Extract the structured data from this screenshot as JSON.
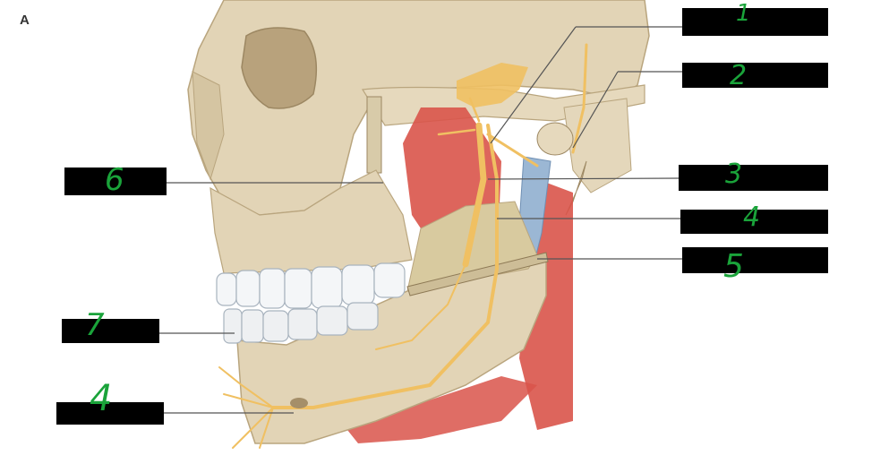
{
  "panel_letter": "A",
  "labels": [
    {
      "id": "1",
      "handwritten": "1"
    },
    {
      "id": "2",
      "handwritten": "2"
    },
    {
      "id": "3",
      "handwritten": "3"
    },
    {
      "id": "4",
      "handwritten": "4"
    },
    {
      "id": "5",
      "handwritten": "5"
    },
    {
      "id": "6",
      "handwritten": "6"
    },
    {
      "id": "7",
      "handwritten": "7"
    },
    {
      "id": "8",
      "handwritten": "4"
    }
  ],
  "colors": {
    "bone": "#e2d4b6",
    "bone_shadow": "#c8b58f",
    "nerve": "#f0c062",
    "muscle": "#d9544a",
    "vessel": "#9bb7d4",
    "teeth": "#f4f6f8",
    "leader": "#555555",
    "label_box": "#000000",
    "handwriting": "#1aa33a"
  }
}
